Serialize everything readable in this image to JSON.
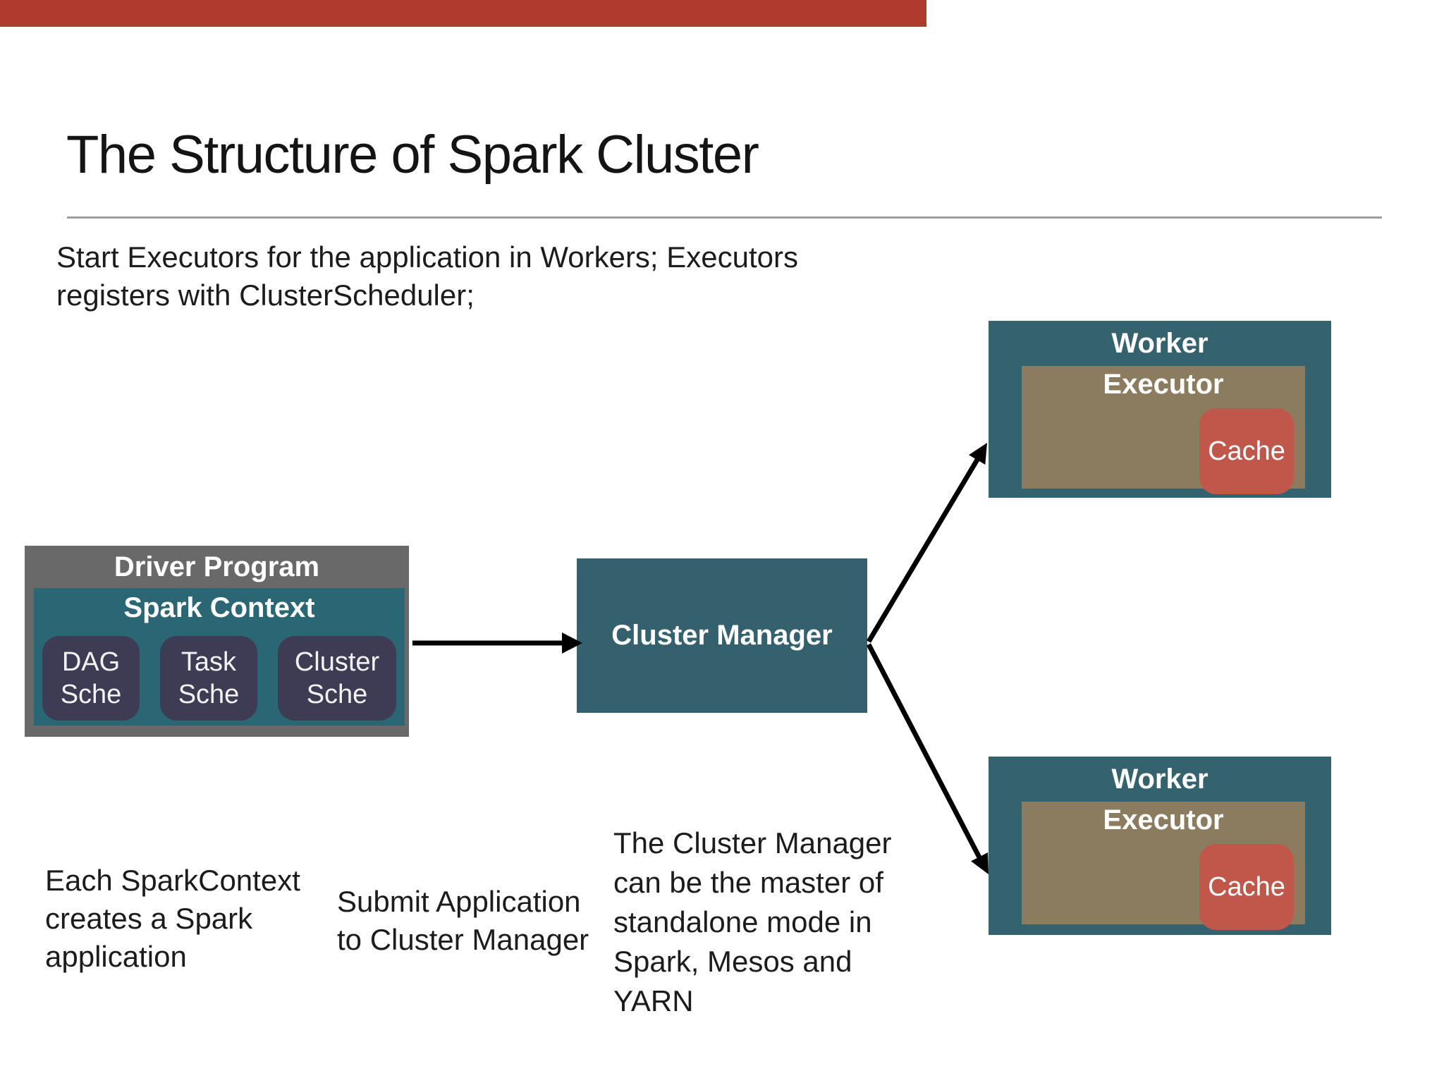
{
  "slide": {
    "title": "The Structure of Spark Cluster",
    "subtitle": "Start Executors for the application in Workers; Executors\nregisters with ClusterScheduler;"
  },
  "diagram": {
    "driver_program": {
      "label": "Driver Program",
      "spark_context": {
        "label": "Spark Context",
        "schedulers": [
          {
            "label": "DAG\nSche"
          },
          {
            "label": "Task\nSche"
          },
          {
            "label": "Cluster\nSche"
          }
        ]
      }
    },
    "cluster_manager": {
      "label": "Cluster Manager"
    },
    "workers": [
      {
        "label": "Worker",
        "executor": {
          "label": "Executor",
          "cache": {
            "label": "Cache"
          }
        }
      },
      {
        "label": "Worker",
        "executor": {
          "label": "Executor",
          "cache": {
            "label": "Cache"
          }
        }
      }
    ]
  },
  "notes": [
    {
      "text": "Each SparkContext\ncreates a Spark\napplication"
    },
    {
      "text": "Submit Application\nto Cluster Manager"
    },
    {
      "text": "The Cluster Manager\ncan be the master of\nstandalone mode in\nSpark, Mesos and\nYARN"
    }
  ],
  "colors": {
    "top_bar_red": "#b03a2e",
    "driver_gray": "#696969",
    "spark_context_teal": "#2b6675",
    "scheduler_purple": "#3e3b54",
    "cluster_manager_teal": "#35616e",
    "worker_teal": "#35626f",
    "executor_khaki": "#8b7b5f",
    "cache_red": "#c1574a",
    "divider_gray": "#9e9e9e",
    "arrow_black": "#000000",
    "text_dark": "#1a1a1a"
  }
}
